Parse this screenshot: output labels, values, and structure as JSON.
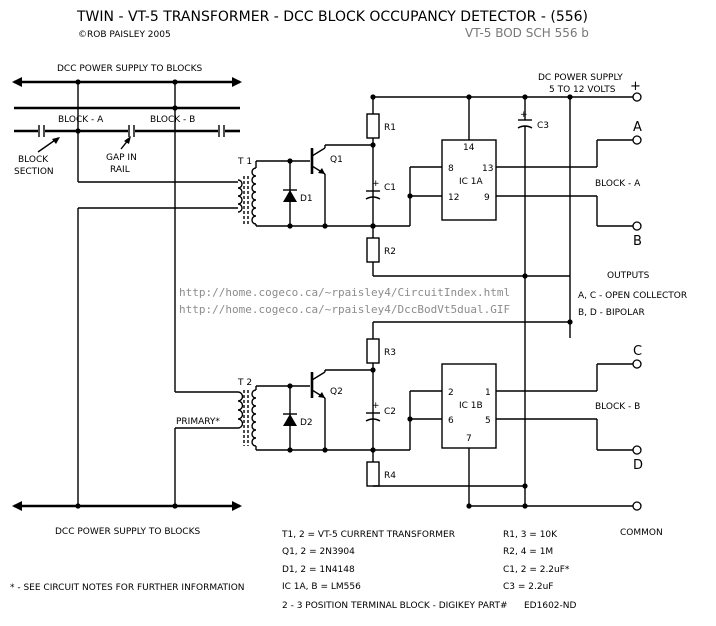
{
  "title": "TWIN - VT-5 TRANSFORMER - DCC BLOCK OCCUPANCY DETECTOR - (556)",
  "copyright": "©ROB PAISLEY 2005",
  "drawing_id": "VT-5 BOD SCH 556 b",
  "labels": {
    "dcc_top": "DCC POWER SUPPLY TO BLOCKS",
    "dcc_bottom": "DCC POWER SUPPLY TO BLOCKS",
    "block_a": "BLOCK - A",
    "block_b": "BLOCK - B",
    "block_section_1": "BLOCK",
    "block_section_2": "SECTION",
    "gap_1": "GAP IN",
    "gap_2": "RAIL",
    "dc_supply_1": "DC POWER SUPPLY",
    "dc_supply_2": "5 TO 12 VOLTS",
    "plus": "+",
    "primary": "PRIMARY*",
    "common": "COMMON",
    "outputs": "OUTPUTS",
    "outputs_ac": "A, C - OPEN COLLECTOR",
    "outputs_bd": "B, D - BIPOLAR",
    "out_block_a": "BLOCK - A",
    "out_block_b": "BLOCK - B",
    "term_a": "A",
    "term_b": "B",
    "term_c": "C",
    "term_d": "D"
  },
  "components": {
    "t1": "T 1",
    "t2": "T 2",
    "q1": "Q1",
    "q2": "Q2",
    "d1": "D1",
    "d2": "D2",
    "r1": "R1",
    "r2": "R2",
    "r3": "R3",
    "r4": "R4",
    "c1": "C1",
    "c2": "C2",
    "c3": "C3",
    "ic1a": "IC 1A",
    "ic1b": "IC 1B",
    "pin14": "14",
    "pin8": "8",
    "pin13": "13",
    "pin12": "12",
    "pin9": "9",
    "pin2": "2",
    "pin1": "1",
    "pin6": "6",
    "pin5": "5",
    "pin7": "7",
    "cap_plus": "+"
  },
  "urls": [
    "http://home.cogeco.ca/~rpaisley4/CircuitIndex.html",
    "http://home.cogeco.ca/~rpaisley4/DccBodVt5dual.GIF"
  ],
  "parts_list": {
    "t": "T1, 2 = VT-5 CURRENT TRANSFORMER",
    "q": "Q1, 2 = 2N3904",
    "d": "D1, 2 = 1N4148",
    "ic": "IC 1A, B = LM556",
    "r13": "R1, 3 = 10K",
    "r24": "R2, 4 = 1M",
    "c12": "C1, 2 = 2.2uF*",
    "c3": "C3 = 2.2uF",
    "terminal": "2 - 3 POSITION TERMINAL BLOCK - DIGIKEY  PART#",
    "terminal_part": "ED1602-ND"
  },
  "footnote": "* - SEE CIRCUIT NOTES FOR FURTHER INFORMATION"
}
